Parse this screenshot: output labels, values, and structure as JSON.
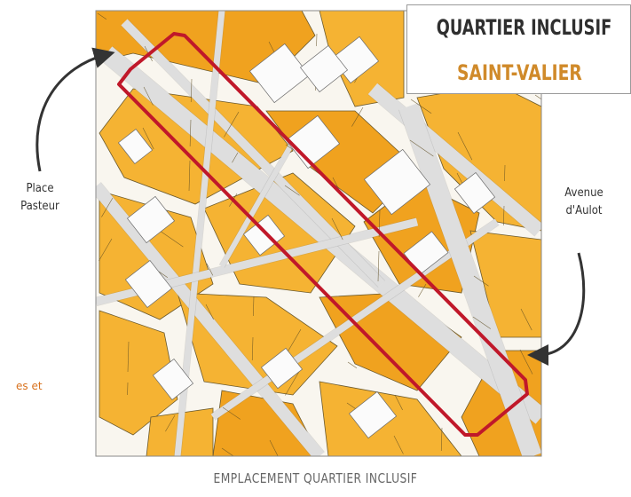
{
  "title": {
    "line1": "QUARTIER INCLUSIF",
    "line2": "SAINT-VALIER"
  },
  "labels": {
    "place_pasteur": [
      "Place",
      "Pasteur"
    ],
    "avenue_aulot": [
      "Avenue",
      "d'Aulot"
    ],
    "partial_text": "es et"
  },
  "caption": "EMPLACEMENT QUARTIER INCLUSIF",
  "colors": {
    "parcel": "#f5b333",
    "parcel_alt": "#f0a21f",
    "road": "#ffffff",
    "highlight": "#c0182a",
    "title_dark": "#2f2f2f",
    "title_accent": "#d08a2a",
    "arrow": "#333333"
  },
  "icons": {
    "place_arrow": "curved-arrow-icon",
    "avenue_arrow": "curved-arrow-icon"
  }
}
